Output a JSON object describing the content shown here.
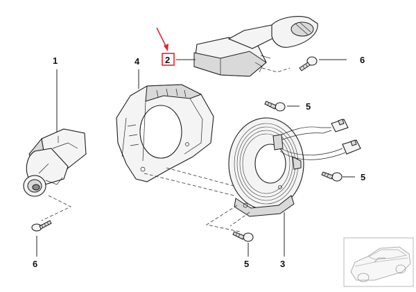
{
  "callouts": {
    "item1": "1",
    "item2": "2",
    "item3": "3",
    "item4": "4",
    "item5a": "5",
    "item5b": "5",
    "item5c": "5",
    "item6a": "6",
    "item6b": "6"
  },
  "colors": {
    "highlight": "#e3242b",
    "ink": "#1a1a1a"
  }
}
